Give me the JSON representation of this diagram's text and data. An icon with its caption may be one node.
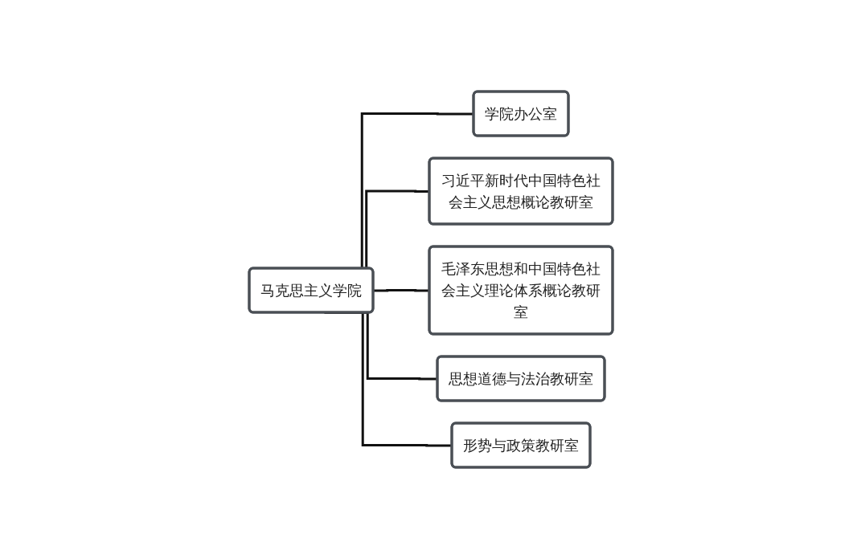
{
  "diagram": {
    "nodes": [
      {
        "text": [
          "马克思主义学院"
        ]
      },
      {
        "text": [
          "学院办公室"
        ]
      },
      {
        "text": [
          "习近平新时代中国特色社会主义思想概论教研室"
        ]
      },
      {
        "text": [
          "毛泽东思想和中国特色社会主义理论体系概论教研室"
        ]
      },
      {
        "text": [
          "思想道德与法治教研室"
        ]
      },
      {
        "text": [
          "形势与政策教研室"
        ]
      }
    ],
    "edges": [
      {
        "from": 0,
        "to": 1,
        "arrow": "none"
      },
      {
        "from": 0,
        "to": 2,
        "arrow": "none"
      },
      {
        "from": 0,
        "to": 3,
        "arrow": "none"
      },
      {
        "from": 0,
        "to": 4,
        "arrow": "none"
      },
      {
        "from": 0,
        "to": 5,
        "arrow": "none"
      }
    ]
  }
}
